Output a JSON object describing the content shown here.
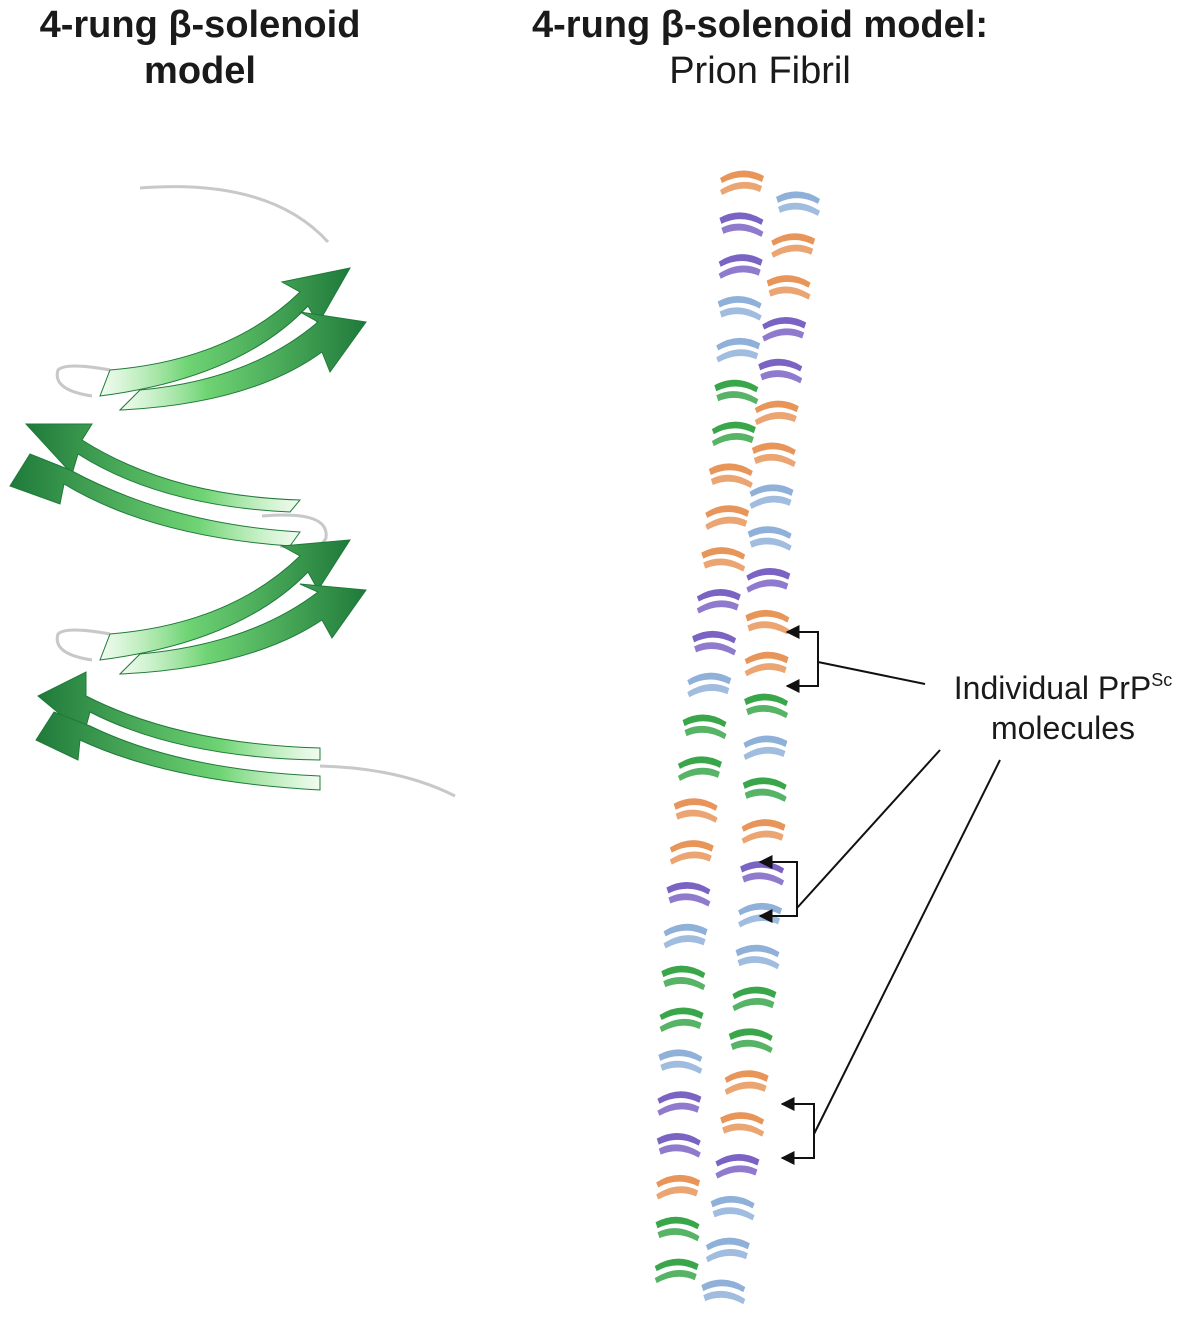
{
  "left_panel": {
    "title_line1": "4-rung β-solenoid",
    "title_line2": "model",
    "strand_color_dark": "#1f7a3a",
    "strand_color_light": "#6fd474",
    "loop_color": "#c8c8c8"
  },
  "right_panel": {
    "title_line1": "4-rung β-solenoid model:",
    "title_line2": "Prion Fibril",
    "annotation_text": "Individual PrP",
    "annotation_sup": "Sc",
    "annotation_line2": "molecules",
    "molecule_colors": {
      "green": "#3aa64a",
      "orange": "#e8955a",
      "purple": "#7b63c4",
      "blue": "#8fb0d8"
    }
  }
}
